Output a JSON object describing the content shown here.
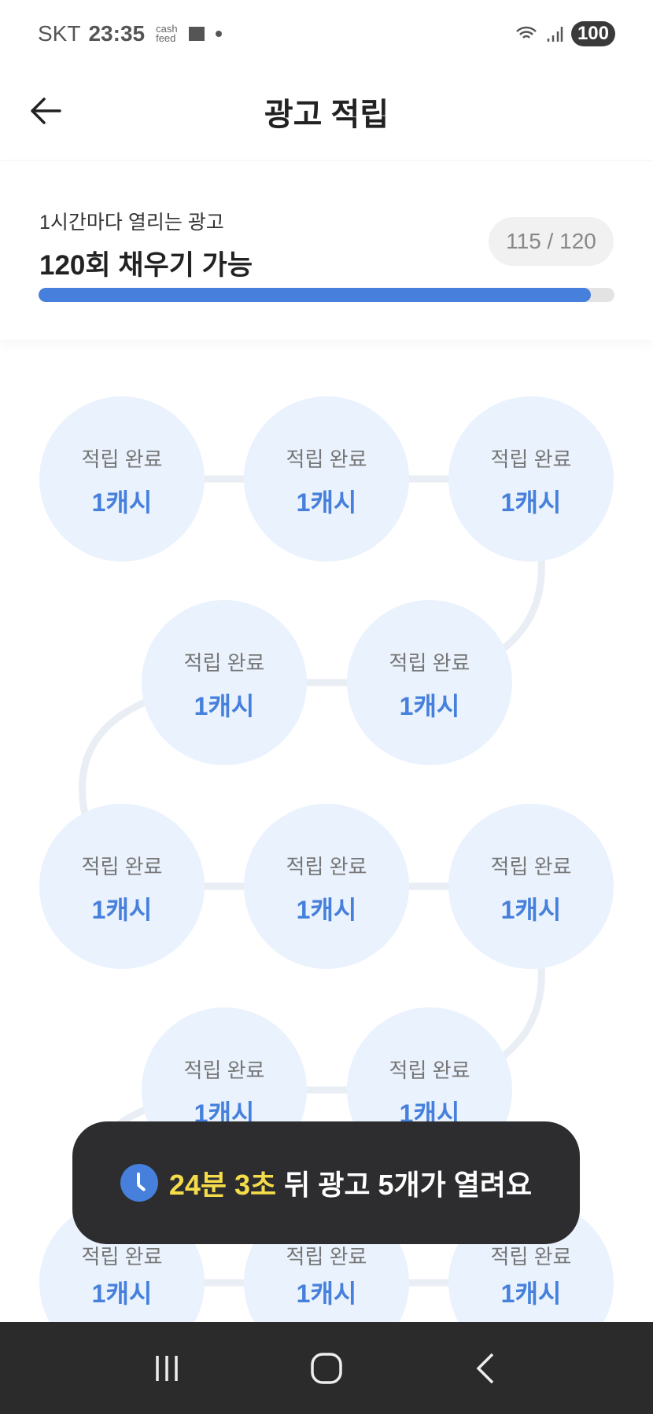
{
  "status_bar": {
    "carrier": "SKT",
    "time": "23:35",
    "app_icon": "cash feed",
    "battery": "100"
  },
  "header": {
    "title": "광고 적립"
  },
  "summary": {
    "subtitle": "1시간마다 열리는 광고",
    "headline": "120회 채우기 가능",
    "count": "115 / 120",
    "progress": {
      "current": 115,
      "total": 120
    }
  },
  "nodes": [
    {
      "label": "적립 완료",
      "reward": "1캐시"
    },
    {
      "label": "적립 완료",
      "reward": "1캐시"
    },
    {
      "label": "적립 완료",
      "reward": "1캐시"
    },
    {
      "label": "적립 완료",
      "reward": "1캐시"
    },
    {
      "label": "적립 완료",
      "reward": "1캐시"
    },
    {
      "label": "적립 완료",
      "reward": "1캐시"
    },
    {
      "label": "적립 완료",
      "reward": "1캐시"
    },
    {
      "label": "적립 완료",
      "reward": "1캐시"
    },
    {
      "label": "적립 완료",
      "reward": "1캐시"
    },
    {
      "label": "적립 완료",
      "reward": "1캐시"
    },
    {
      "label": "적립 완료",
      "reward": "1캐시"
    },
    {
      "label": "적립 완료",
      "reward": "1캐시"
    },
    {
      "label": "적립 완료",
      "reward": "1캐시"
    }
  ],
  "toast": {
    "time_highlight": "24분 3초",
    "message": "뒤 광고 5개가 열려요"
  },
  "colors": {
    "accent": "#4680dc",
    "highlight": "#f4dc4a",
    "node_bg": "#eaf2fd"
  }
}
